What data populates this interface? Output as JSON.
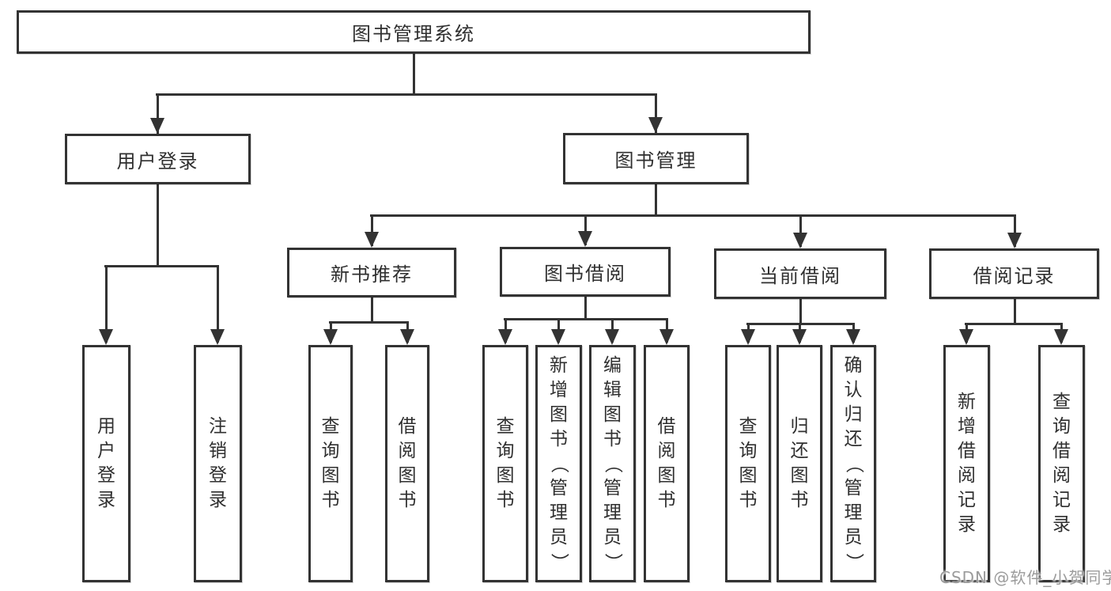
{
  "diagram": {
    "title": "图书管理系统",
    "branches": {
      "user": {
        "label": "用户登录",
        "children": [
          "用户登录",
          "注销登录"
        ]
      },
      "mgmt": {
        "label": "图书管理",
        "sections": [
          {
            "label": "新书推荐",
            "children": [
              "查询图书",
              "借阅图书"
            ]
          },
          {
            "label": "图书借阅",
            "children": [
              "查询图书",
              "新增图书（管理员）",
              "编辑图书（管理员）",
              "借阅图书"
            ]
          },
          {
            "label": "当前借阅",
            "children": [
              "查询图书",
              "归还图书",
              "确认归还（管理员）"
            ]
          },
          {
            "label": "借阅记录",
            "children": [
              "新增借阅记录",
              "查询借阅记录"
            ]
          }
        ]
      }
    }
  },
  "watermark": {
    "text": "CSDN @软件_小贺同学"
  },
  "colors": {
    "line": "#333333",
    "text": "#2f2f2f",
    "box_bg": "#ffffff",
    "watermark": "#9b9b9b"
  }
}
